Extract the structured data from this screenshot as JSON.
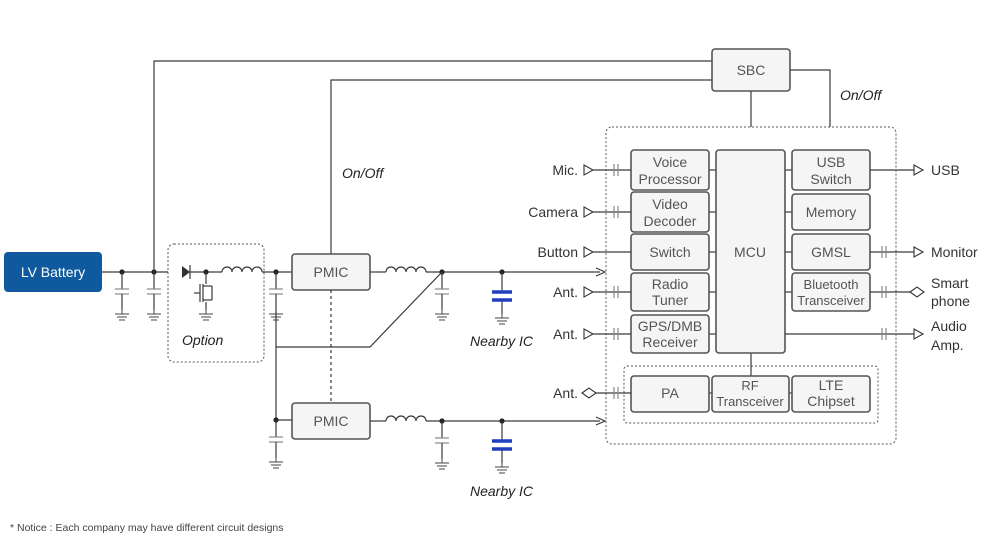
{
  "battery": {
    "label": "LV Battery",
    "color": "#0f5a9e"
  },
  "blocks": {
    "sbc": "SBC",
    "pmic_top": "PMIC",
    "pmic_bottom": "PMIC",
    "voice": [
      "Voice",
      "Processor"
    ],
    "video": [
      "Video",
      "Decoder"
    ],
    "switch": "Switch",
    "radio": [
      "Radio",
      "Tuner"
    ],
    "gps": [
      "GPS/DMB",
      "Receiver"
    ],
    "mcu": "MCU",
    "usb_switch": [
      "USB",
      "Switch"
    ],
    "memory": "Memory",
    "gmsl": "GMSL",
    "bluetooth": [
      "Bluetooth",
      "Transceiver"
    ],
    "pa": "PA",
    "rf": [
      "RF",
      "Transceiver"
    ],
    "lte": [
      "LTE",
      "Chipset"
    ]
  },
  "inputs": {
    "mic": "Mic.",
    "camera": "Camera",
    "button": "Button",
    "ant1": "Ant.",
    "ant2": "Ant.",
    "ant3": "Ant."
  },
  "outputs": {
    "usb": "USB",
    "monitor": "Monitor",
    "smart_phone": [
      "Smart",
      "phone"
    ],
    "audio_amp": [
      "Audio",
      "Amp."
    ]
  },
  "labels": {
    "option": "Option",
    "onoff_left": "On/Off",
    "onoff_right": "On/Off",
    "nearby_ic_top": "Nearby IC",
    "nearby_ic_bottom": "Nearby IC"
  },
  "notice": "* Notice :  Each company may have different circuit designs",
  "colors": {
    "cap_accent": "#1f3fbf"
  }
}
